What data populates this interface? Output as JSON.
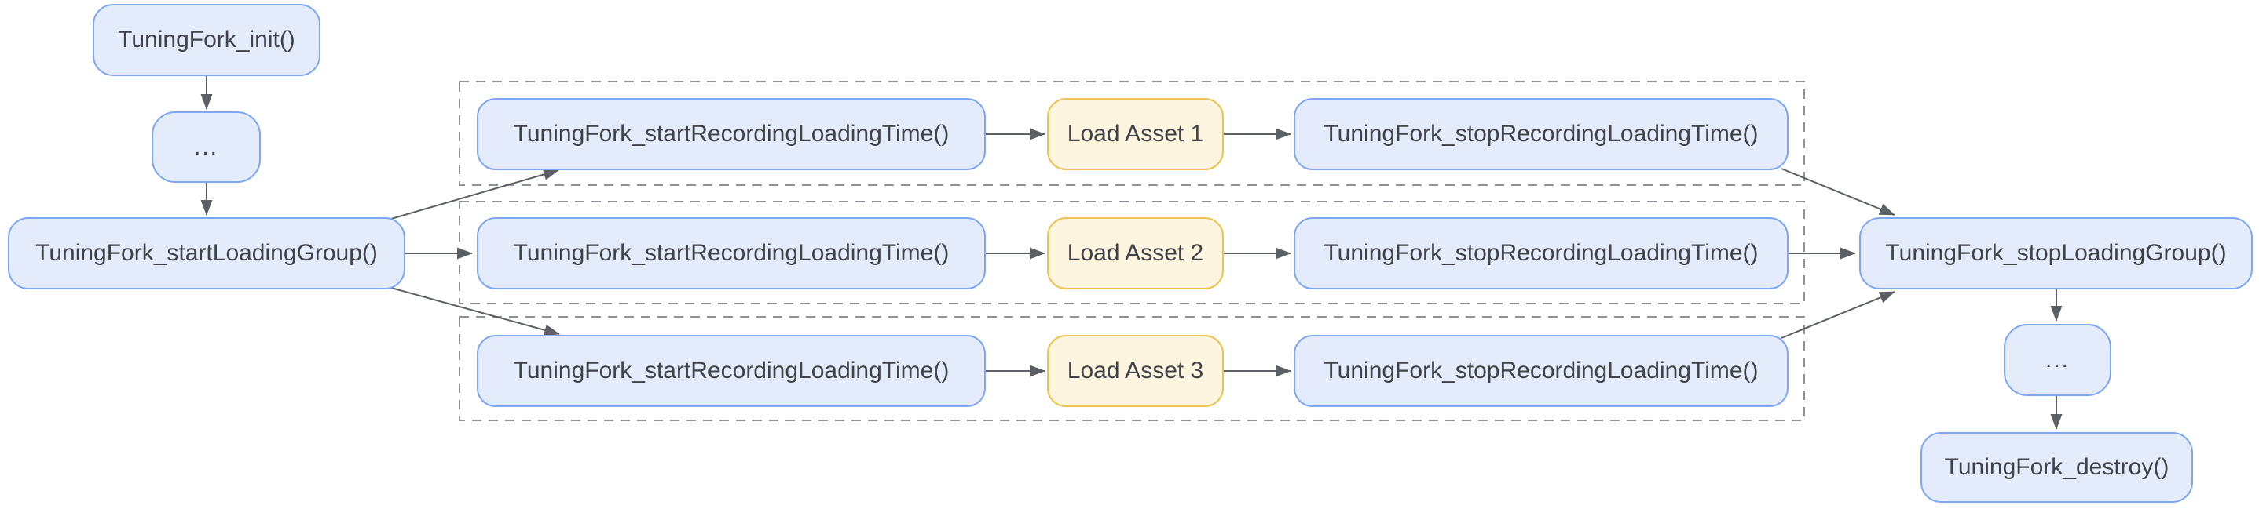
{
  "colors": {
    "node-blue-fill": "#e4ecfc",
    "node-blue-border": "#7da7f4",
    "node-yellow-fill": "#fdf5df",
    "node-yellow-border": "#eec24f",
    "group-border": "#8e9196",
    "edge": "#5c6064",
    "text": "#3f4348",
    "background": "#ffffff"
  },
  "nodes": {
    "init": "TuningFork_init()",
    "ellipsis_start": "...",
    "start_loading_group": "TuningFork_startLoadingGroup()",
    "stop_loading_group": "TuningFork_stopLoadingGroup()",
    "ellipsis_end": "...",
    "destroy": "TuningFork_destroy()"
  },
  "asset_rows": [
    {
      "start": "TuningFork_startRecordingLoadingTime()",
      "load": "Load Asset 1",
      "stop": "TuningFork_stopRecordingLoadingTime()"
    },
    {
      "start": "TuningFork_startRecordingLoadingTime()",
      "load": "Load Asset 2",
      "stop": "TuningFork_stopRecordingLoadingTime()"
    },
    {
      "start": "TuningFork_startRecordingLoadingTime()",
      "load": "Load Asset 3",
      "stop": "TuningFork_stopRecordingLoadingTime()"
    }
  ]
}
